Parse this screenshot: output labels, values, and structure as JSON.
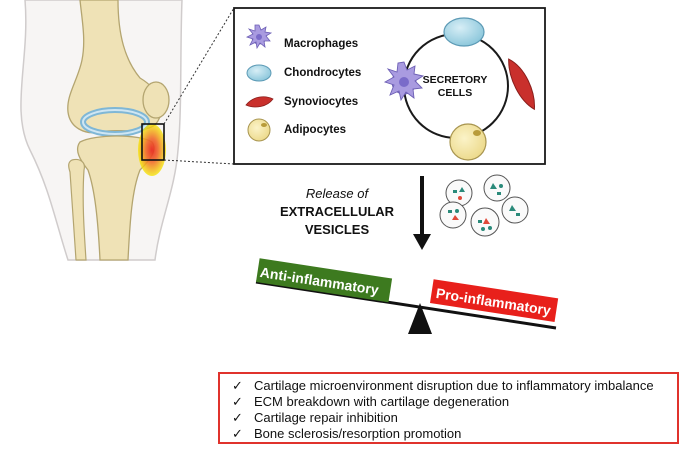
{
  "legend": [
    {
      "label": "Macrophages",
      "icon": "macrophage-icon",
      "color": "#9b8fd4"
    },
    {
      "label": "Chondrocytes",
      "icon": "chondrocyte-icon",
      "color": "#a9d6e5"
    },
    {
      "label": "Synoviocytes",
      "icon": "synoviocyte-icon",
      "color": "#c9302c"
    },
    {
      "label": "Adipocytes",
      "icon": "adipocyte-icon",
      "color": "#f5e7a8"
    }
  ],
  "secretory_cells": {
    "line1": "SECRETORY",
    "line2": "CELLS"
  },
  "release": {
    "line1": "Release of",
    "line2": "EXTRACELLULAR",
    "line3": "VESICLES"
  },
  "balance": {
    "anti_label": "Anti-inflammatory",
    "pro_label": "Pro-inflammatory",
    "anti_color": "#3d7a1f",
    "pro_color": "#e8201b",
    "tilt": "pro-inflammatory side lower"
  },
  "outcomes": {
    "check": "✓",
    "items": [
      "Cartilage microenvironment disruption due to inflammatory imbalance",
      "ECM breakdown with cartilage degeneration",
      "Cartilage repair inhibition",
      "Bone sclerosis/resorption promotion"
    ],
    "border_color": "#e0322c"
  }
}
